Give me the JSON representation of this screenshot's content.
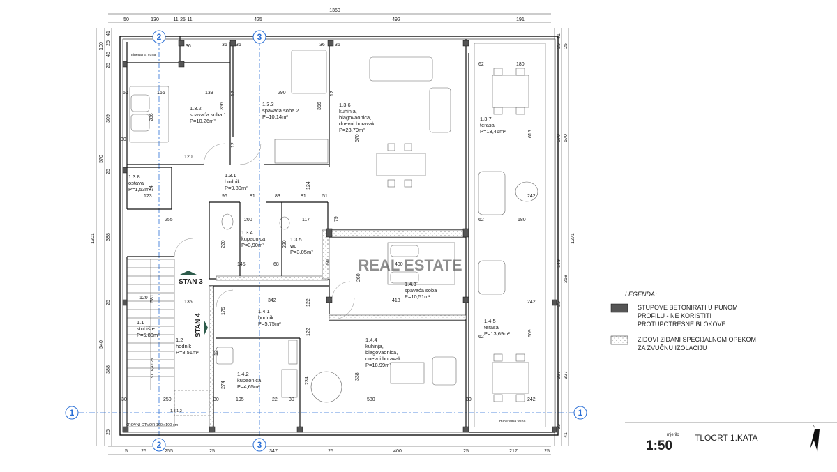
{
  "rooms": {
    "r132": [
      "1.3.2",
      "spavaća soba 1",
      "P=10,26m²"
    ],
    "r133": [
      "1.3.3",
      "spavaća soba 2",
      "P=10,14m²"
    ],
    "r136": [
      "1.3.6",
      "kuhinja,",
      "blagovaonica,",
      "dnevni boravak",
      "P=23,79m²"
    ],
    "r137": [
      "1.3.7",
      "terasa",
      "P=13,46m²"
    ],
    "r138": [
      "1.3.8",
      "ostava",
      "P=1,53m²"
    ],
    "r131": [
      "1.3.1",
      "hodnik",
      "P=9,80m²"
    ],
    "r134": [
      "1.3.4",
      "kupaonica",
      "P=3,90m²"
    ],
    "r135": [
      "1.3.5",
      "wc",
      "P=3,05m²"
    ],
    "r143": [
      "1.4.3",
      "spavaća soba",
      "P=10,51m²"
    ],
    "r141": [
      "1.4.1",
      "hodnik",
      "P=5,75m²"
    ],
    "r11": [
      "1.1",
      "stubište",
      "P=5,80m²"
    ],
    "r12": [
      "1.2",
      "hodnik",
      "P=8,51m²"
    ],
    "r142": [
      "1.4.2",
      "kupaonica",
      "P=4,65m²"
    ],
    "r144": [
      "1.4.4",
      "kuhinja,",
      "blagovaonica,",
      "dnevni boravak",
      "P=18,99m²"
    ],
    "r145": [
      "1.4.5",
      "terasa",
      "P=13,69m²"
    ]
  },
  "labels": {
    "stan3": "STAN 3",
    "stan4": "STAN 4",
    "stairs": "19X16,42/28",
    "roof_opening": "KROVNI OTVOR 100 x100 cm",
    "mineral_top": "mineralna vuna",
    "mineral_bottom": "mineralna vuna",
    "stair_mark": "1.3.1.2"
  },
  "axes": {
    "a1": "1",
    "a2": "2",
    "a3": "3"
  },
  "dims": {
    "top_total": "1360",
    "top_row": [
      "50",
      "130",
      "11",
      "25",
      "11",
      "425",
      "492",
      "191"
    ],
    "bottom_row": [
      "5",
      "25",
      "255",
      "25",
      "347",
      "25",
      "400",
      "25",
      "217",
      "25"
    ],
    "left_total": "1301",
    "left_col": [
      "100",
      "41",
      "25",
      "45",
      "25",
      "309",
      "25",
      "570",
      "388",
      "25",
      "540",
      "388",
      "25"
    ],
    "right_col": [
      "41",
      "25",
      "25",
      "570",
      "570",
      "1271",
      "149",
      "258",
      "25",
      "327",
      "327",
      "25",
      "41"
    ],
    "interior": [
      "36",
      "36",
      "36",
      "36",
      "36",
      "166",
      "139",
      "290",
      "50",
      "286",
      "356",
      "356",
      "120",
      "30",
      "12",
      "12",
      "12",
      "62",
      "180",
      "615",
      "570",
      "96",
      "81",
      "83",
      "81",
      "51",
      "124",
      "24",
      "123",
      "255",
      "200",
      "117",
      "79",
      "50",
      "220",
      "220",
      "145",
      "68",
      "400",
      "62",
      "180",
      "242",
      "242",
      "135",
      "342",
      "122",
      "260",
      "418",
      "120",
      "581",
      "175",
      "122",
      "62",
      "609",
      "242",
      "274",
      "234",
      "338",
      "580",
      "250",
      "195",
      "22",
      "30",
      "30",
      "30",
      "30",
      "12"
    ]
  },
  "legend": {
    "title": "LEGENDA:",
    "item1": [
      "STUPOVE BETONIRATI U PUNOM",
      "PROFILU - NE KORISTITI",
      "PROTUPOTRESNE BLOKOVE"
    ],
    "item2": [
      "ZIDOVI ZIDANI SPECIJALNOM OPEKOM",
      "ZA ZVUČNU IZOLACIJU"
    ]
  },
  "title_block": {
    "scale_word": "mjerilo",
    "scale": "1:50",
    "title": "TLOCRT 1.KATA",
    "north": "N"
  },
  "watermark": "REAL ESTATE"
}
